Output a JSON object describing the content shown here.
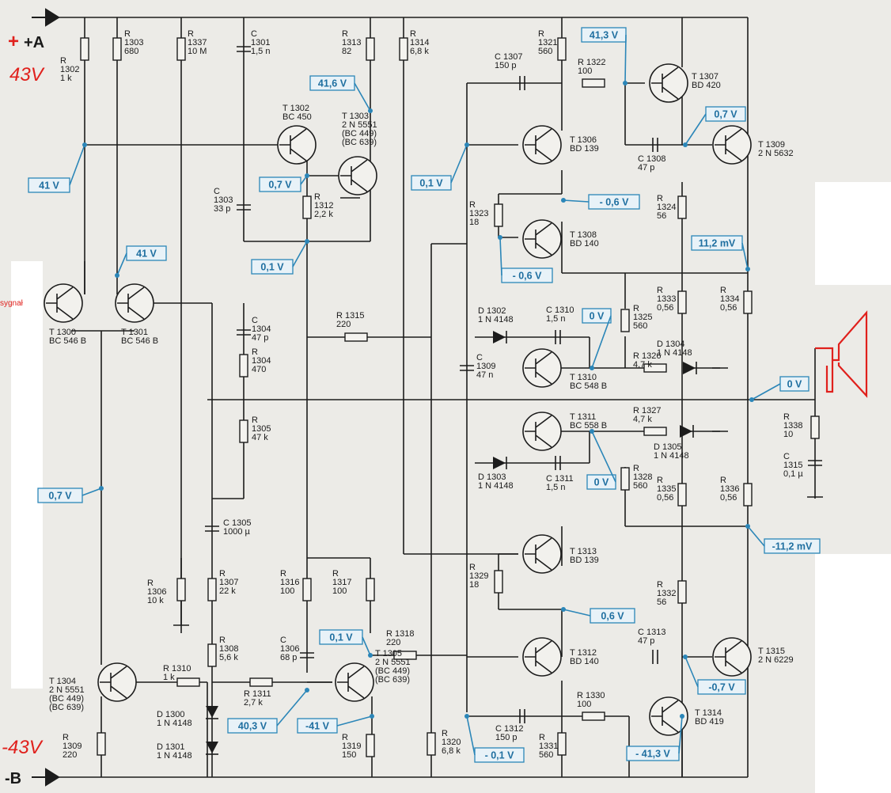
{
  "rails": {
    "positive": "+A",
    "negative": "-B",
    "handwritten_positive_sign": "+",
    "handwritten_positive": "43V",
    "handwritten_negative": "-43V",
    "handwritten_input": "sygnał"
  },
  "resistors": [
    {
      "ref": "R\n1302\n1 k",
      "type": "pot"
    },
    {
      "ref": "R\n1303\n680"
    },
    {
      "ref": "R\n1337\n10 M"
    },
    {
      "ref": "R\n1313\n82"
    },
    {
      "ref": "R\n1314\n6,8 k"
    },
    {
      "ref": "R\n1321\n560"
    },
    {
      "ref": "R 1322\n100"
    },
    {
      "ref": "R\n1312\n2,2 k"
    },
    {
      "ref": "R\n1323\n18"
    },
    {
      "ref": "R\n1324\n56"
    },
    {
      "ref": "R\n1304\n470"
    },
    {
      "ref": "R\n1305\n47 k"
    },
    {
      "ref": "R 1315\n220"
    },
    {
      "ref": "R\n1325\n560"
    },
    {
      "ref": "R\n1333\n0,56"
    },
    {
      "ref": "R\n1334\n0,56"
    },
    {
      "ref": "R 1326\n4,7 k"
    },
    {
      "ref": "R 1327\n4,7 k"
    },
    {
      "ref": "R\n1338\n10"
    },
    {
      "ref": "R\n1328\n560"
    },
    {
      "ref": "R\n1335\n0,56"
    },
    {
      "ref": "R\n1336\n0,56"
    },
    {
      "ref": "R\n1306\n10 k",
      "type": "pot"
    },
    {
      "ref": "R\n1307\n22 k"
    },
    {
      "ref": "R\n1316\n100"
    },
    {
      "ref": "R\n1317\n100",
      "type": "pot"
    },
    {
      "ref": "R\n1329\n18"
    },
    {
      "ref": "R\n1332\n56"
    },
    {
      "ref": "R\n1308\n5,6 k"
    },
    {
      "ref": "R 1310\n1 k"
    },
    {
      "ref": "R 1311\n2,7 k"
    },
    {
      "ref": "R 1318\n220"
    },
    {
      "ref": "R 1330\n100"
    },
    {
      "ref": "R\n1309\n220"
    },
    {
      "ref": "R\n1319\n150"
    },
    {
      "ref": "R\n1320\n6,8 k"
    },
    {
      "ref": "R\n1331\n560"
    }
  ],
  "capacitors": [
    {
      "ref": "C\n1301\n1,5 n"
    },
    {
      "ref": "C 1307\n150 p"
    },
    {
      "ref": "C\n1303\n33 p"
    },
    {
      "ref": "C 1308\n47 p"
    },
    {
      "ref": "C\n1304\n47 p"
    },
    {
      "ref": "C 1310\n1,5 n"
    },
    {
      "ref": "C\n1309\n47 n"
    },
    {
      "ref": "C 1311\n1,5 n"
    },
    {
      "ref": "C\n1315\n0,1 µ"
    },
    {
      "ref": "C 1305\n1000 µ"
    },
    {
      "ref": "C\n1306\n68 p"
    },
    {
      "ref": "C 1313\n47 p"
    },
    {
      "ref": "C 1312\n150 p"
    }
  ],
  "transistors": [
    {
      "ref": "T 1300\nBC 546 B"
    },
    {
      "ref": "T 1301\nBC 546 B"
    },
    {
      "ref": "T 1302\nBC 450"
    },
    {
      "ref": "T 1303\n2 N 5551\n(BC 449)\n(BC 639)"
    },
    {
      "ref": "T 1306\nBD 139"
    },
    {
      "ref": "T 1307\nBD 420"
    },
    {
      "ref": "T 1308\nBD 140"
    },
    {
      "ref": "T 1309\n2 N 5632"
    },
    {
      "ref": "T 1310\nBC 548 B"
    },
    {
      "ref": "T 1311\nBC 558 B"
    },
    {
      "ref": "T 1313\nBD 139"
    },
    {
      "ref": "T 1312\nBD 140"
    },
    {
      "ref": "T 1315\n2 N 6229"
    },
    {
      "ref": "T 1314\nBD 419"
    },
    {
      "ref": "T 1304\n2 N 5551\n(BC 449)\n(BC 639)"
    },
    {
      "ref": "T 1305\n2 N 5551\n(BC 449)\n(BC 639)"
    }
  ],
  "diodes": [
    {
      "ref": "D 1302\n1 N 4148"
    },
    {
      "ref": "D 1304\n1 N 4148"
    },
    {
      "ref": "D 1303\n1 N 4148"
    },
    {
      "ref": "D 1305\n1 N 4148"
    },
    {
      "ref": "D 1300\n1 N 4148"
    },
    {
      "ref": "D 1301\n1 N 4148"
    }
  ],
  "voltages": [
    "41,3 V",
    "41,6 V",
    "0,7 V",
    "41 V",
    "0,7 V",
    "0,1 V",
    "- 0,6 V",
    "41 V",
    "0,1 V",
    "- 0,6 V",
    "11,2 mV",
    "0 V",
    "0 V",
    "0 V",
    "0,7 V",
    "0,6 V",
    "-11,2 mV",
    "0,1 V",
    "40,3 V",
    "-41 V",
    "-0,7 V",
    "- 0,1 V",
    "- 41,3 V"
  ]
}
